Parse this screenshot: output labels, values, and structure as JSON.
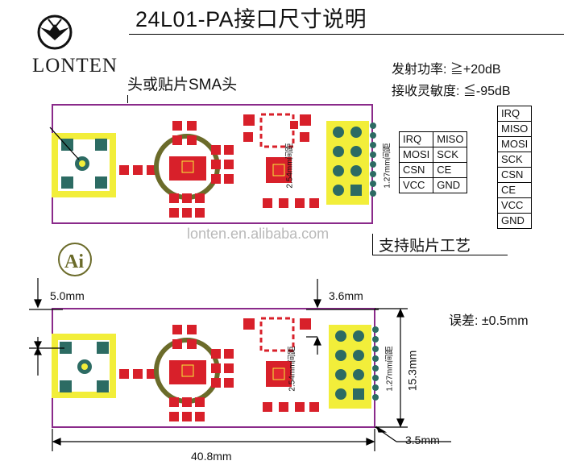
{
  "title": "24L01-PA接口尺寸说明",
  "brand": {
    "name": "LONTEN",
    "logo_icon": "lonten-logo-icon",
    "ai_badge_text": "Ai"
  },
  "specs": {
    "tx_power": "发射功率: ≧+20dB",
    "rx_sensitivity": "接收灵敏度: ≦-95dB"
  },
  "antenna_note": "头或贴片SMA头",
  "watermark": "lonten.en.alibaba.com",
  "smt_note": "支持贴片工艺",
  "pin_table_2col": [
    [
      "IRQ",
      "MISO"
    ],
    [
      "MOSI",
      "SCK"
    ],
    [
      "CSN",
      "CE"
    ],
    [
      "VCC",
      "GND"
    ]
  ],
  "pin_table_1col": [
    "IRQ",
    "MISO",
    "MOSI",
    "SCK",
    "CSN",
    "CE",
    "VCC",
    "GND"
  ],
  "board_labels": {
    "pitch_254": "2.54mm间距",
    "pitch_127": "1.27mm间距"
  },
  "dimensions": {
    "top_offset_left": "5.0mm",
    "top_offset_right": "3.6mm",
    "tolerance": "误差: ±0.5mm",
    "height": "15.3mm",
    "width": "40.8mm",
    "right_offset": "3.5mm"
  },
  "colors": {
    "board_outline": "#8a2a8a",
    "pad_red": "#d8202a",
    "silk_yellow": "#f2ee3a",
    "pad_green": "#2c6b63",
    "chip_red": "#e3282f",
    "mesh_green": "#6b6b2a"
  }
}
